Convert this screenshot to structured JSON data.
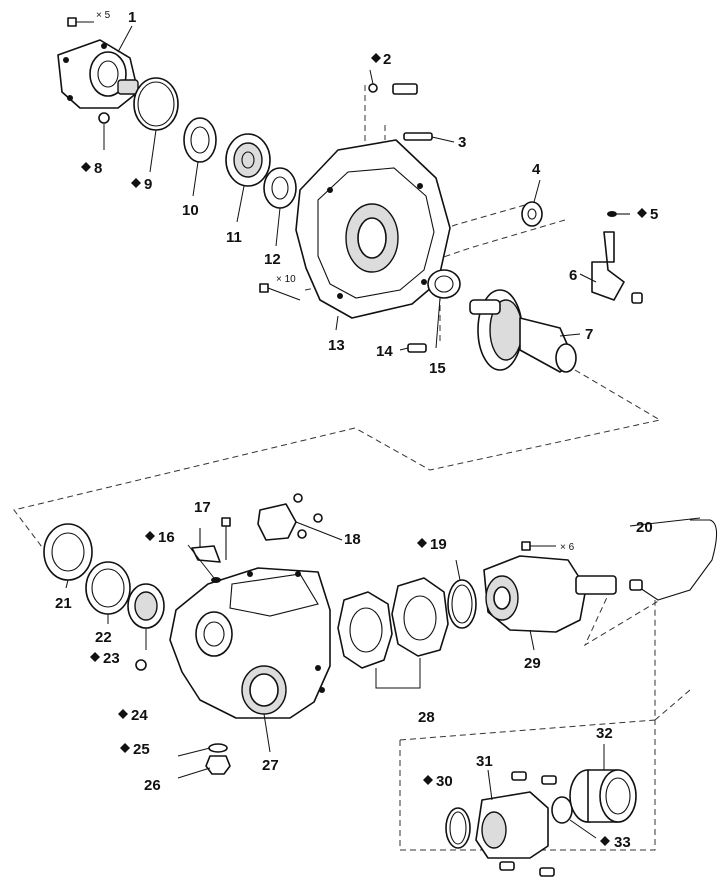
{
  "diagram": {
    "callouts": [
      {
        "id": "c1",
        "label": "1",
        "diamond": false
      },
      {
        "id": "c2",
        "label": "2",
        "diamond": true
      },
      {
        "id": "c3",
        "label": "3",
        "diamond": false
      },
      {
        "id": "c4",
        "label": "4",
        "diamond": false
      },
      {
        "id": "c5",
        "label": "5",
        "diamond": true
      },
      {
        "id": "c6",
        "label": "6",
        "diamond": false
      },
      {
        "id": "c7",
        "label": "7",
        "diamond": false
      },
      {
        "id": "c8",
        "label": "8",
        "diamond": true
      },
      {
        "id": "c9",
        "label": "9",
        "diamond": true
      },
      {
        "id": "c10",
        "label": "10",
        "diamond": false
      },
      {
        "id": "c11",
        "label": "11",
        "diamond": false
      },
      {
        "id": "c12",
        "label": "12",
        "diamond": false
      },
      {
        "id": "c13",
        "label": "13",
        "diamond": false
      },
      {
        "id": "c14",
        "label": "14",
        "diamond": false
      },
      {
        "id": "c15",
        "label": "15",
        "diamond": false
      },
      {
        "id": "c16",
        "label": "16",
        "diamond": true
      },
      {
        "id": "c17",
        "label": "17",
        "diamond": false
      },
      {
        "id": "c18",
        "label": "18",
        "diamond": false
      },
      {
        "id": "c19",
        "label": "19",
        "diamond": true
      },
      {
        "id": "c20",
        "label": "20",
        "diamond": false
      },
      {
        "id": "c21",
        "label": "21",
        "diamond": false
      },
      {
        "id": "c22",
        "label": "22",
        "diamond": false
      },
      {
        "id": "c23",
        "label": "23",
        "diamond": true
      },
      {
        "id": "c24",
        "label": "24",
        "diamond": true
      },
      {
        "id": "c25",
        "label": "25",
        "diamond": true
      },
      {
        "id": "c26",
        "label": "26",
        "diamond": false
      },
      {
        "id": "c27",
        "label": "27",
        "diamond": false
      },
      {
        "id": "c28",
        "label": "28",
        "diamond": false
      },
      {
        "id": "c29",
        "label": "29",
        "diamond": false
      },
      {
        "id": "c30",
        "label": "30",
        "diamond": true
      },
      {
        "id": "c31",
        "label": "31",
        "diamond": false
      },
      {
        "id": "c32",
        "label": "32",
        "diamond": false
      },
      {
        "id": "c33",
        "label": "33",
        "diamond": true
      }
    ],
    "multipliers": [
      {
        "id": "m1",
        "text": "× 5"
      },
      {
        "id": "m2",
        "text": "× 10"
      },
      {
        "id": "m3",
        "text": "× 6"
      }
    ]
  }
}
